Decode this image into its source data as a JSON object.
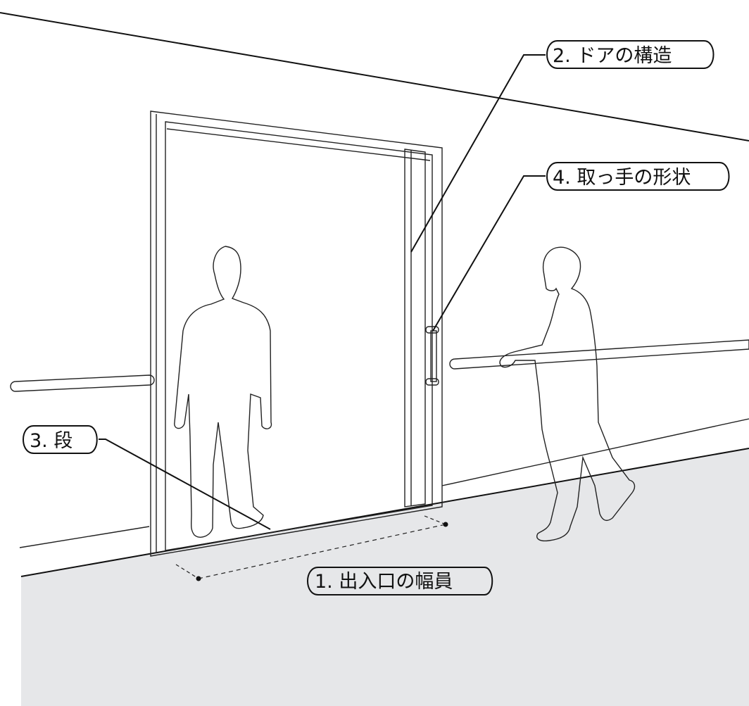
{
  "diagram": {
    "labels": {
      "width": "1. 出入口の幅員",
      "door_structure": "2. ドアの構造",
      "step": "3. 段",
      "handle_shape": "4. 取っ手の形状"
    },
    "colors": {
      "floor": "#e6e7e9",
      "wall": "#ffffff",
      "line": "#111111"
    }
  }
}
